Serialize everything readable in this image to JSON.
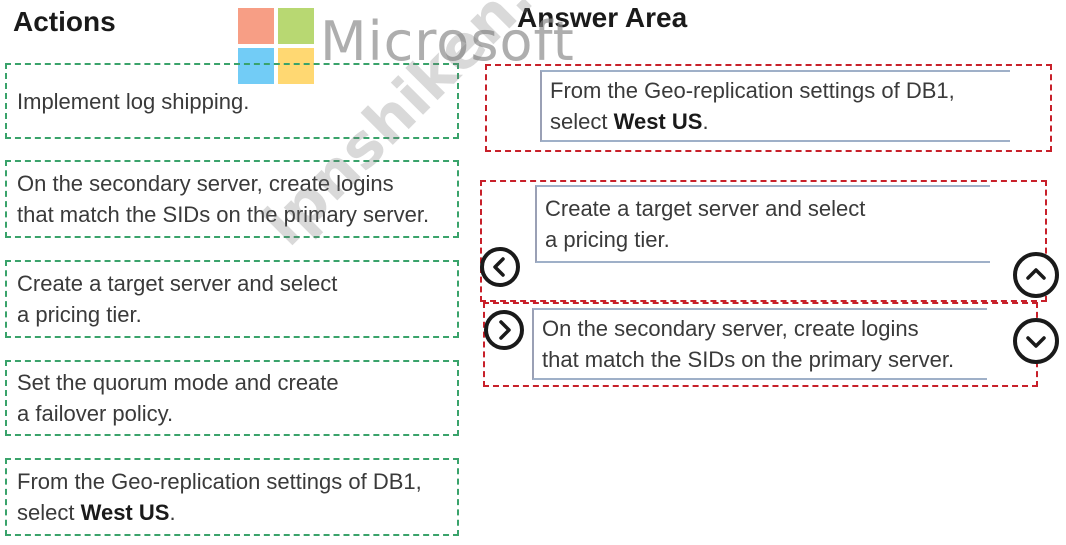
{
  "headings": {
    "actions": "Actions",
    "answer_area": "Answer Area"
  },
  "logo": {
    "text": "Microsoft"
  },
  "watermark": {
    "text": "ipnshiken.com"
  },
  "actions": [
    {
      "lines": [
        "Implement log shipping."
      ]
    },
    {
      "lines": [
        "On the secondary server, create logins",
        "that match the SIDs on the primary server."
      ]
    },
    {
      "lines": [
        "Create a target server and select",
        "a pricing tier."
      ]
    },
    {
      "lines": [
        "Set the quorum mode and create",
        "a failover policy."
      ]
    },
    {
      "line1": "From the Geo-replication settings of DB1,",
      "line2_prefix": "select ",
      "line2_bold": "West US",
      "line2_suffix": "."
    }
  ],
  "answer": {
    "item1": {
      "line1": "From the Geo-replication settings of DB1,",
      "line2_prefix": "select ",
      "line2_bold": "West US",
      "line2_suffix": "."
    },
    "item2": {
      "lines": [
        "Create a target server and select",
        "a pricing tier."
      ]
    },
    "item3": {
      "lines": [
        "On the secondary server, create logins",
        "that match the SIDs on the primary server."
      ]
    }
  },
  "icons": {
    "move_left": "chevron-left-icon",
    "move_right": "chevron-right-icon",
    "move_up": "chevron-up-icon",
    "move_down": "chevron-down-icon"
  },
  "colors": {
    "action_border": "#3aa36b",
    "answer_border": "#c8202a",
    "logo_red": "#f25022",
    "logo_green": "#7fba00",
    "logo_blue": "#00a4ef",
    "logo_yellow": "#ffb900"
  }
}
